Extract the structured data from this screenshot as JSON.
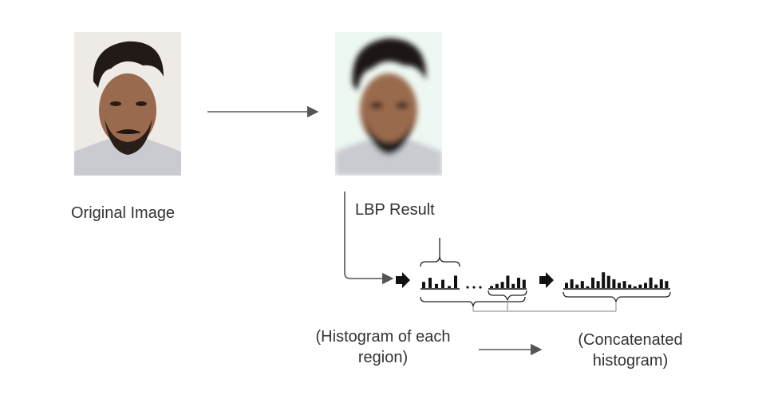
{
  "labels": {
    "original": "Original Image",
    "lbp": "LBP Result",
    "region_hist_line1": "(Histogram of each",
    "region_hist_line2": "region)",
    "concat_line1": "(Concatenated",
    "concat_line2": "histogram)"
  },
  "histograms": {
    "region_a": [
      3,
      5,
      2,
      4,
      1,
      6
    ],
    "region_b": [
      1,
      2,
      3,
      6,
      2,
      5,
      4
    ],
    "concatenated": [
      3,
      5,
      2,
      4,
      1,
      6,
      4,
      9,
      7,
      5,
      3,
      4,
      2,
      1,
      2,
      3,
      6,
      2,
      5,
      4
    ]
  },
  "colors": {
    "text": "#333333",
    "arrow": "#555555",
    "bars": "#111111",
    "bracket": "#222222",
    "photo_bg": "#eeeae6",
    "skin": "#9a6a4e",
    "hair": "#221a16",
    "shirt": "#c9cbd0",
    "lbp_bg": "#eef8f2"
  },
  "icons": {
    "flow_arrow": "right-arrow",
    "block_arrow": "thick-right-arrow"
  }
}
